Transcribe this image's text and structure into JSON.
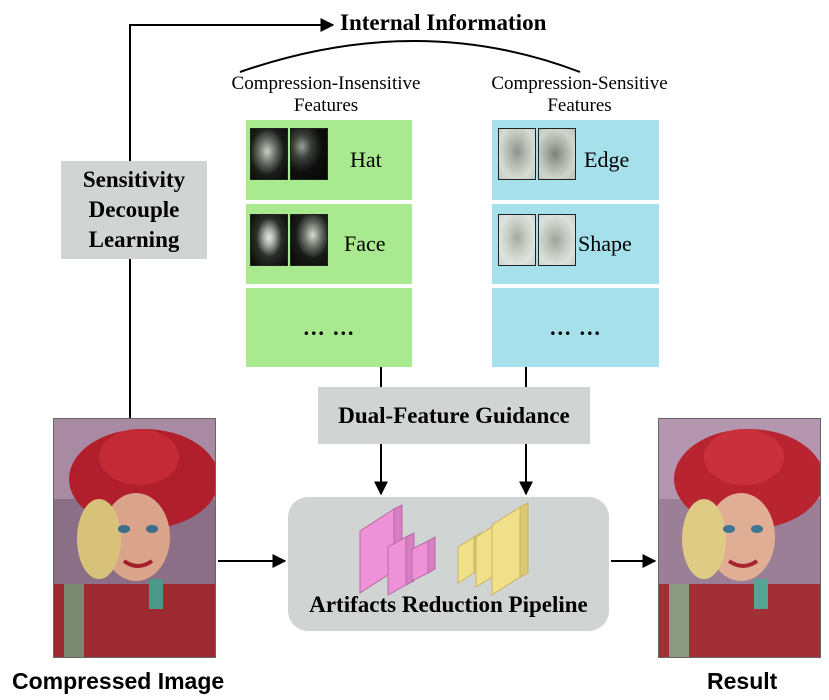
{
  "top_label": "Internal Information",
  "sensitivity": [
    "Sensitivity",
    "Decouple",
    "Learning"
  ],
  "insensitive": {
    "title": [
      "Compression-Insensitive",
      "Features"
    ],
    "items": [
      "Hat",
      "Face"
    ],
    "more": "… …"
  },
  "sensitive": {
    "title": [
      "Compression-Sensitive",
      "Features"
    ],
    "items": [
      "Edge",
      "Shape"
    ],
    "more": "… …"
  },
  "guidance": "Dual-Feature Guidance",
  "pipeline": "Artifacts Reduction Pipeline",
  "input_caption": "Compressed Image",
  "output_caption": "Result",
  "colors": {
    "insensitive_bg": "#a9ea91",
    "sensitive_bg": "#a6e0ea",
    "gray_box": "#d0d4d3",
    "pipeline_bg": "#d0d4d3",
    "pink_layer": "#ee92d8",
    "yellow_layer": "#f1e08a"
  }
}
